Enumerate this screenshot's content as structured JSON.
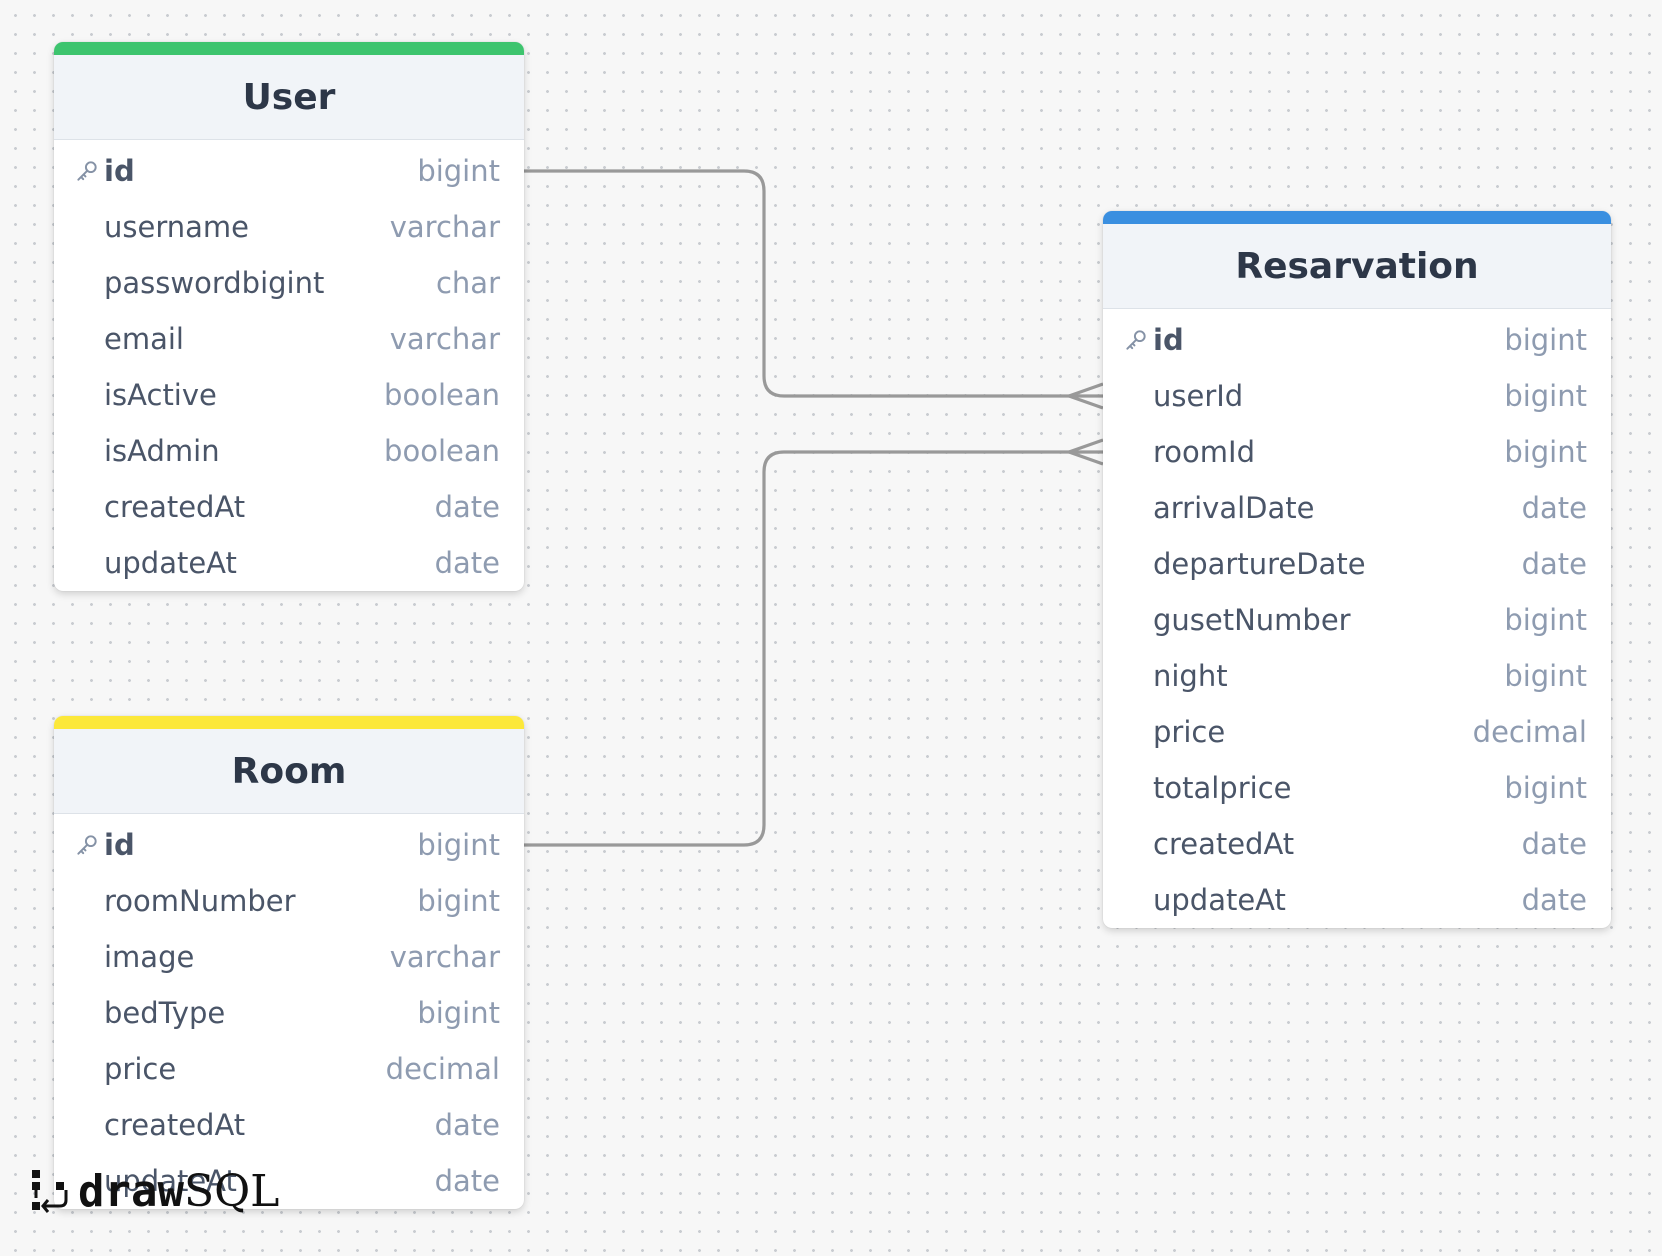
{
  "colors": {
    "canvas_bg": "#f7f7f7",
    "connector": "#999999",
    "user_accent": "#3dc46e",
    "room_accent": "#fce83a",
    "reservation_accent": "#3a8fe0"
  },
  "tables": [
    {
      "id": "user",
      "title": "User",
      "accent": "#3dc46e",
      "columns": [
        {
          "name": "id",
          "type": "bigint",
          "pk": true
        },
        {
          "name": "username",
          "type": "varchar",
          "pk": false
        },
        {
          "name": "passwordbigint",
          "type": "char",
          "pk": false
        },
        {
          "name": "email",
          "type": "varchar",
          "pk": false
        },
        {
          "name": "isActive",
          "type": "boolean",
          "pk": false
        },
        {
          "name": "isAdmin",
          "type": "boolean",
          "pk": false
        },
        {
          "name": "createdAt",
          "type": "date",
          "pk": false
        },
        {
          "name": "updateAt",
          "type": "date",
          "pk": false
        }
      ]
    },
    {
      "id": "room",
      "title": "Room",
      "accent": "#fce83a",
      "columns": [
        {
          "name": "id",
          "type": "bigint",
          "pk": true
        },
        {
          "name": "roomNumber",
          "type": "bigint",
          "pk": false
        },
        {
          "name": "image",
          "type": "varchar",
          "pk": false
        },
        {
          "name": "bedType",
          "type": "bigint",
          "pk": false
        },
        {
          "name": "price",
          "type": "decimal",
          "pk": false
        },
        {
          "name": "createdAt",
          "type": "date",
          "pk": false
        },
        {
          "name": "updateAt",
          "type": "date",
          "pk": false
        }
      ]
    },
    {
      "id": "reservation",
      "title": "Resarvation",
      "accent": "#3a8fe0",
      "columns": [
        {
          "name": "id",
          "type": "bigint",
          "pk": true
        },
        {
          "name": "userId",
          "type": "bigint",
          "pk": false
        },
        {
          "name": "roomId",
          "type": "bigint",
          "pk": false
        },
        {
          "name": "arrivalDate",
          "type": "date",
          "pk": false
        },
        {
          "name": "departureDate",
          "type": "date",
          "pk": false
        },
        {
          "name": "gusetNumber",
          "type": "bigint",
          "pk": false
        },
        {
          "name": "night",
          "type": "bigint",
          "pk": false
        },
        {
          "name": "price",
          "type": "decimal",
          "pk": false
        },
        {
          "name": "totalprice",
          "type": "bigint",
          "pk": false
        },
        {
          "name": "createdAt",
          "type": "date",
          "pk": false
        },
        {
          "name": "updateAt",
          "type": "date",
          "pk": false
        }
      ]
    }
  ],
  "relations": [
    {
      "from_table": "user",
      "from_column": "id",
      "to_table": "reservation",
      "to_column": "userId",
      "cardinality": "one-to-many"
    },
    {
      "from_table": "room",
      "from_column": "id",
      "to_table": "reservation",
      "to_column": "roomId",
      "cardinality": "one-to-many"
    }
  ],
  "brand": {
    "strong": "draw",
    "light": "SQL"
  }
}
